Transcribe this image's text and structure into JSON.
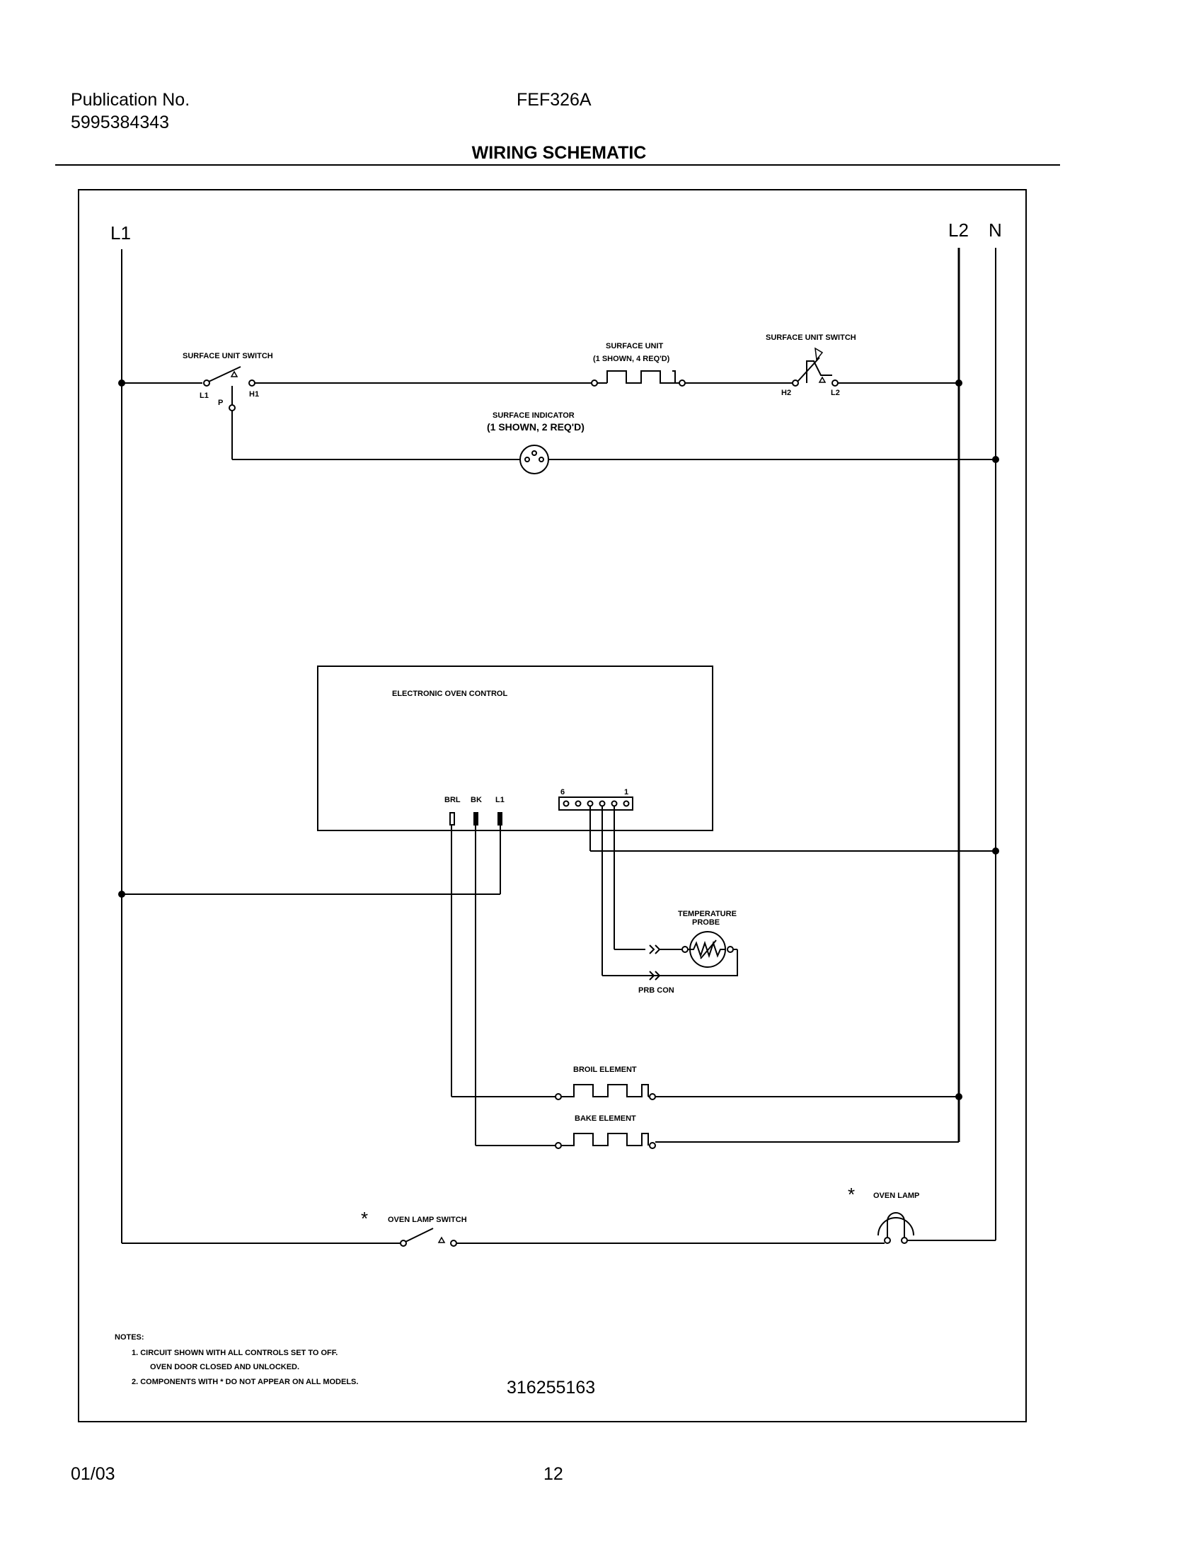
{
  "header": {
    "publication_label": "Publication No.",
    "publication_number": "5995384343",
    "model": "FEF326A",
    "title": "WIRING SCHEMATIC"
  },
  "rails": {
    "l1": "L1",
    "l2": "L2",
    "n": "N"
  },
  "components": {
    "surface_switch_left": "SURFACE UNIT SWITCH",
    "surface_switch_left_terms": {
      "l1": "L1",
      "p": "P",
      "h1": "H1"
    },
    "surface_unit": "SURFACE UNIT",
    "surface_unit_note": "(1 SHOWN, 4 REQ'D)",
    "surface_switch_right": "SURFACE UNIT SWITCH",
    "surface_switch_right_terms": {
      "h2": "H2",
      "l2": "L2"
    },
    "surface_indicator": "SURFACE INDICATOR",
    "surface_indicator_note": "(1 SHOWN, 2 REQ'D)",
    "oven_control": "ELECTRONIC OVEN CONTROL",
    "control_terms": {
      "brl": "BRL",
      "bk": "BK",
      "l1": "L1"
    },
    "connector_pins": {
      "first": "6",
      "last": "1"
    },
    "temp_probe_line1": "TEMPERATURE",
    "temp_probe_line2": "PROBE",
    "prb_con": "PRB CON",
    "broil_element": "BROIL ELEMENT",
    "bake_element": "BAKE ELEMENT",
    "oven_lamp_switch": "OVEN LAMP SWITCH",
    "oven_lamp": "OVEN LAMP",
    "asterisk": "*"
  },
  "notes": {
    "heading": "NOTES:",
    "n1_line1": "1.  CIRCUIT SHOWN WITH ALL CONTROLS SET TO OFF.",
    "n1_line2": "OVEN DOOR CLOSED AND UNLOCKED.",
    "n2": "2.  COMPONENTS WITH   * DO NOT APPEAR ON ALL MODELS."
  },
  "drawing_number": "316255163",
  "footer": {
    "date": "01/03",
    "page": "12"
  }
}
